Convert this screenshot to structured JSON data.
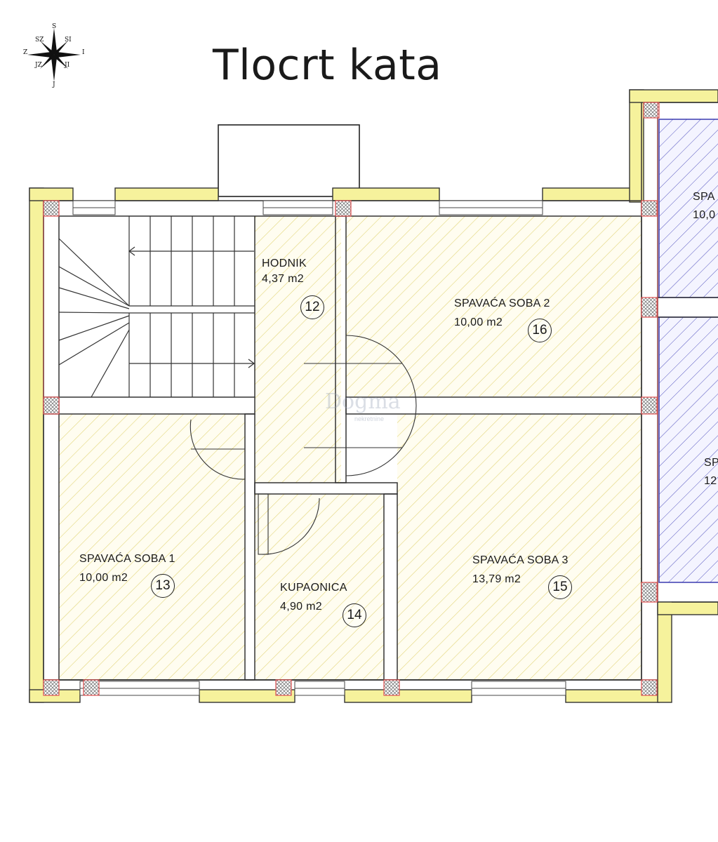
{
  "title": "Tlocrt kata",
  "compass": {
    "n": "S",
    "e": "I",
    "w": "Z",
    "s": "J",
    "ne": "SI",
    "nw": "SZ",
    "se": "JI",
    "sw": "JZ"
  },
  "watermark": {
    "brand": "Dogma",
    "tagline": "nekretnine"
  },
  "rooms": [
    {
      "id": "hodnik",
      "name": "HODNIK",
      "area": "4,37 m2",
      "number": "12"
    },
    {
      "id": "soba2",
      "name": "SPAVAĆA SOBA 2",
      "area": "10,00 m2",
      "number": "16"
    },
    {
      "id": "soba1",
      "name": "SPAVAĆA SOBA 1",
      "area": "10,00 m2",
      "number": "13"
    },
    {
      "id": "kupaonica",
      "name": "KUPAONICA",
      "area": "4,90 m2",
      "number": "14"
    },
    {
      "id": "soba3",
      "name": "SPAVAĆA SOBA 3",
      "area": "13,79 m2",
      "number": "15"
    }
  ],
  "cut_labels": {
    "top_name": "SPA",
    "top_area": "10,0",
    "mid_name": "SP",
    "mid_area": "12"
  },
  "colors": {
    "wall_fill": "#f5f199",
    "wall_line": "#333333",
    "hatch_yellow": "#e6d870",
    "hatch_blue": "#4b4bb8",
    "column_red": "#e05050"
  }
}
